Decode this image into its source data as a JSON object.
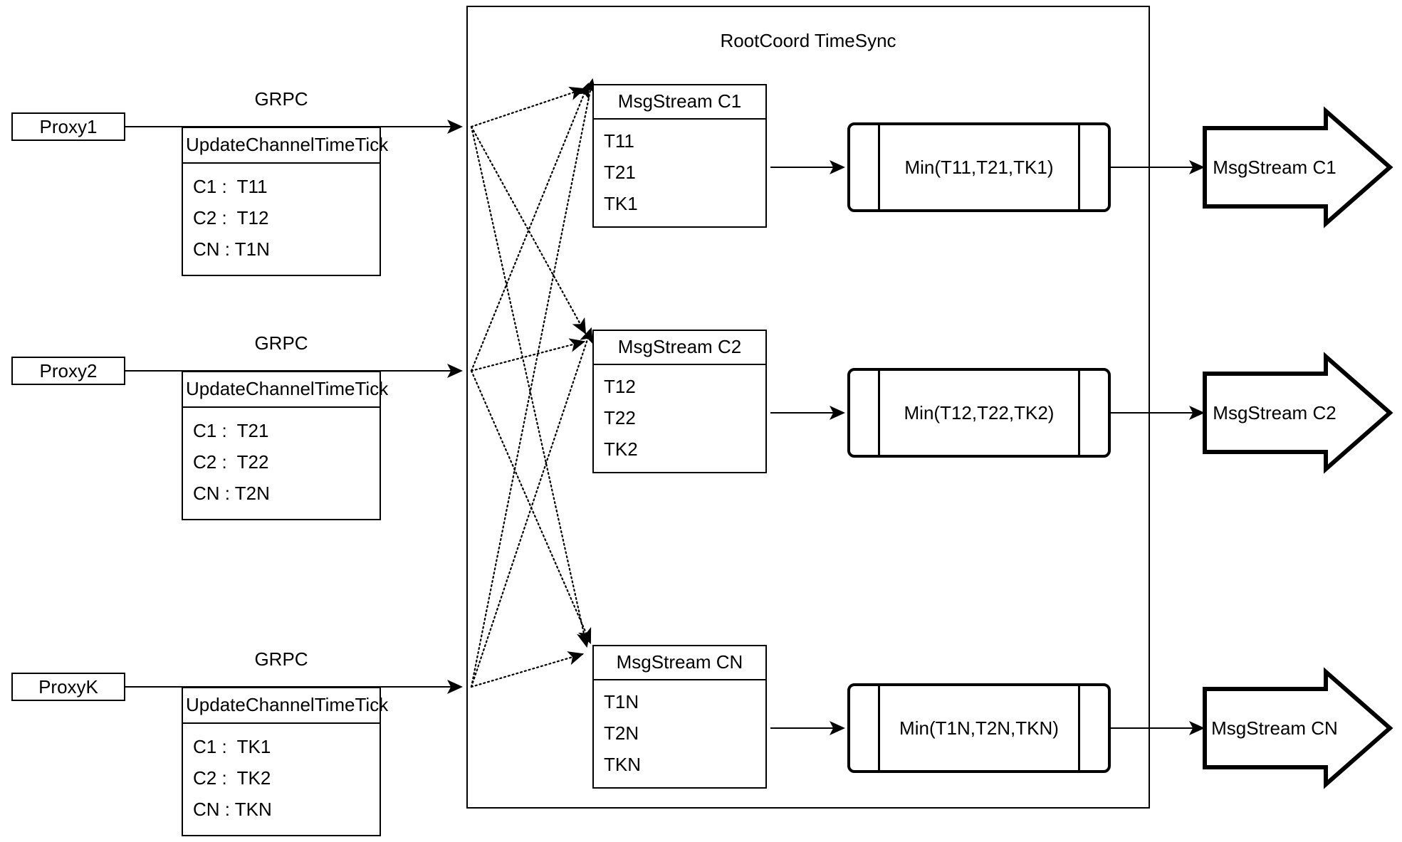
{
  "diagram": {
    "container_title": "RootCoord TimeSync",
    "edge_label_grpc": "GRPC"
  },
  "proxies": [
    {
      "name": "Proxy1",
      "grpc_label": "GRPC",
      "tick_header": "UpdateChannelTimeTick",
      "tick_rows": [
        "C1 :  T11",
        "C2 :  T12",
        "CN : T1N"
      ]
    },
    {
      "name": "Proxy2",
      "grpc_label": "GRPC",
      "tick_header": "UpdateChannelTimeTick",
      "tick_rows": [
        "C1 :  T21",
        "C2 :  T22",
        "CN : T2N"
      ]
    },
    {
      "name": "ProxyK",
      "grpc_label": "GRPC",
      "tick_header": "UpdateChannelTimeTick",
      "tick_rows": [
        "C1 :  TK1",
        "C2 :  TK2",
        "CN : TKN"
      ]
    }
  ],
  "channels": [
    {
      "msgstream_header": "MsgStream C1",
      "msgstream_rows": [
        "T11",
        "T21",
        "TK1"
      ],
      "min_label": "Min(T11,T21,TK1)",
      "output_label": "MsgStream C1"
    },
    {
      "msgstream_header": "MsgStream C2",
      "msgstream_rows": [
        "T12",
        "T22",
        "TK2"
      ],
      "min_label": "Min(T12,T22,TK2)",
      "output_label": "MsgStream C2"
    },
    {
      "msgstream_header": "MsgStream CN",
      "msgstream_rows": [
        "T1N",
        "T2N",
        "TKN"
      ],
      "min_label": "Min(T1N,T2N,TKN)",
      "output_label": "MsgStream CN"
    }
  ],
  "colors": {
    "stroke": "#000000",
    "background": "#ffffff"
  }
}
